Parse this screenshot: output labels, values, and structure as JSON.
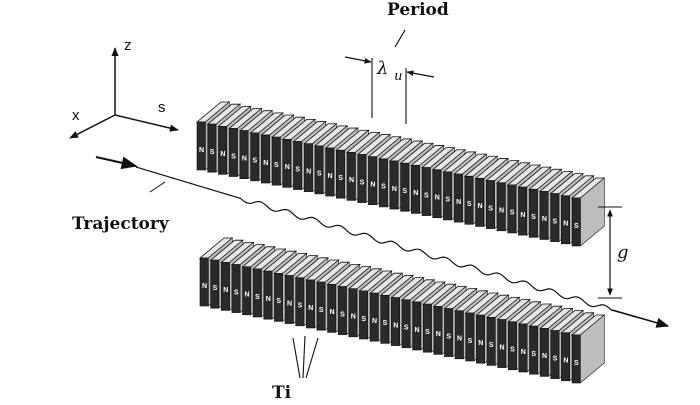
{
  "diagram": {
    "labels": {
      "period": "Period",
      "lambda": "λ",
      "lambda_sub": "u",
      "trajectory": "Trajectory",
      "gap": "g",
      "bottom_label": "Ti"
    },
    "axes": {
      "x": "x",
      "z": "z",
      "s": "s"
    },
    "magnet_rows": {
      "upper_count": 36,
      "lower_count": 36,
      "pole_letters": [
        "N",
        "S"
      ]
    },
    "colors": {
      "ink": "#111111",
      "magnet_front": "#2a2a2a",
      "magnet_top": "#e6e6e6",
      "magnet_side": "#bdbdbd"
    }
  }
}
